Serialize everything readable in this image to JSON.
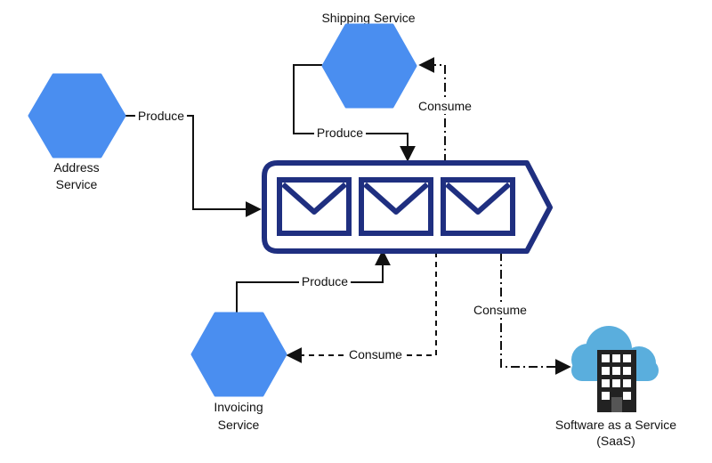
{
  "nodes": {
    "address": {
      "lines": [
        "Address",
        "Service"
      ]
    },
    "shipping": {
      "lines": [
        "Shipping Service"
      ]
    },
    "invoicing": {
      "lines": [
        "Invoicing",
        "Service"
      ]
    },
    "saas": {
      "lines": [
        "Software as a Service",
        "(SaaS)"
      ]
    }
  },
  "edges": {
    "address_produce": "Produce",
    "shipping_produce": "Produce",
    "shipping_consume": "Consume",
    "invoicing_produce": "Produce",
    "invoicing_consume": "Consume",
    "saas_consume": "Consume"
  },
  "colors": {
    "service": "#4a8ef0",
    "queue": "#1f2f80",
    "cloud": "#5aaedd",
    "building": "#222222",
    "line": "#111111"
  }
}
